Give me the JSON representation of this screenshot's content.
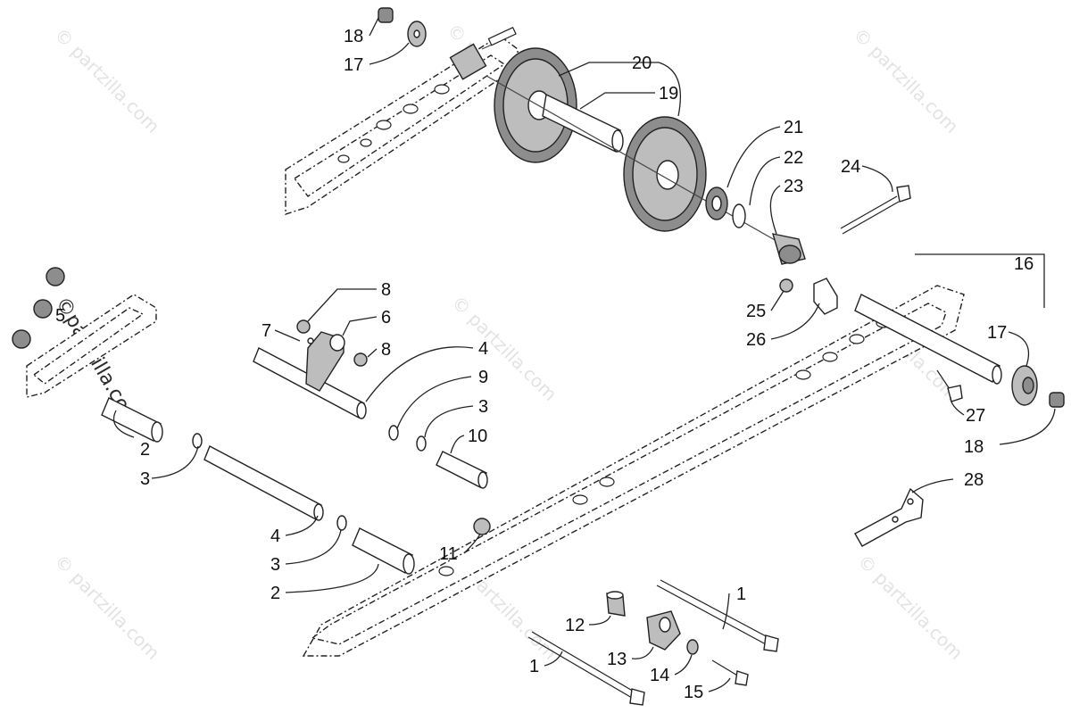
{
  "watermarks": {
    "text": "© partzilla.com",
    "prominent_text": "©partzilla.com"
  },
  "callouts": [
    {
      "id": "c18a",
      "label": "18"
    },
    {
      "id": "c17a",
      "label": "17"
    },
    {
      "id": "c20",
      "label": "20"
    },
    {
      "id": "c19",
      "label": "19"
    },
    {
      "id": "c21",
      "label": "21"
    },
    {
      "id": "c22",
      "label": "22"
    },
    {
      "id": "c23",
      "label": "23"
    },
    {
      "id": "c24",
      "label": "24"
    },
    {
      "id": "c16",
      "label": "16"
    },
    {
      "id": "c25",
      "label": "25"
    },
    {
      "id": "c26",
      "label": "26"
    },
    {
      "id": "c17b",
      "label": "17"
    },
    {
      "id": "c27",
      "label": "27"
    },
    {
      "id": "c18b",
      "label": "18"
    },
    {
      "id": "c28",
      "label": "28"
    },
    {
      "id": "c8a",
      "label": "8"
    },
    {
      "id": "c6",
      "label": "6"
    },
    {
      "id": "c7",
      "label": "7"
    },
    {
      "id": "c8b",
      "label": "8"
    },
    {
      "id": "c4a",
      "label": "4"
    },
    {
      "id": "c9",
      "label": "9"
    },
    {
      "id": "c3a",
      "label": "3"
    },
    {
      "id": "c10",
      "label": "10"
    },
    {
      "id": "c5",
      "label": "5"
    },
    {
      "id": "c2a",
      "label": "2"
    },
    {
      "id": "c3b",
      "label": "3"
    },
    {
      "id": "c4b",
      "label": "4"
    },
    {
      "id": "c3c",
      "label": "3"
    },
    {
      "id": "c2b",
      "label": "2"
    },
    {
      "id": "c11",
      "label": "11"
    },
    {
      "id": "c1a",
      "label": "1"
    },
    {
      "id": "c12",
      "label": "12"
    },
    {
      "id": "c13",
      "label": "13"
    },
    {
      "id": "c14",
      "label": "14"
    },
    {
      "id": "c15",
      "label": "15"
    },
    {
      "id": "c1b",
      "label": "1"
    }
  ]
}
